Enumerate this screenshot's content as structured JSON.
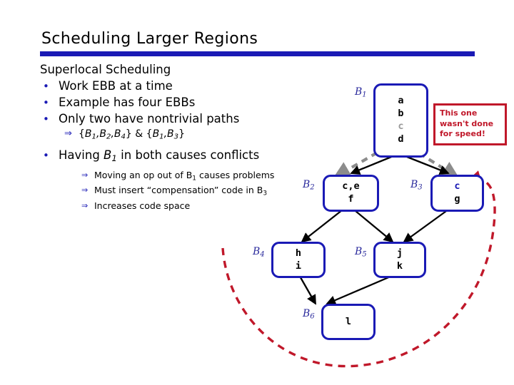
{
  "slide": {
    "title": "Scheduling Larger Regions",
    "rule_color": "#1a1ab5",
    "lead": "Superlocal Scheduling",
    "bullets": [
      {
        "marker": "•",
        "text": "Work EBB at a time"
      },
      {
        "marker": "•",
        "text": "Example has four EBBs"
      },
      {
        "marker": "•",
        "text": "Only two have nontrivial paths"
      }
    ],
    "sub_after_third": {
      "marker": "⇒",
      "text": "{B1,B2,B4} & {B1,B3}"
    },
    "bullet4": {
      "marker": "•",
      "text": "Having B1 in both causes conflicts"
    },
    "sub_bullets": [
      {
        "marker": "⇒",
        "text": "Moving an op out of B1 causes problems"
      },
      {
        "marker": "⇒",
        "text": "Must insert “compensation” code in B3"
      },
      {
        "marker": "⇒",
        "text": "Increases code space"
      }
    ]
  },
  "callout": {
    "color": "#c0182a",
    "line1": "This one",
    "line2": "wasn't done",
    "line3": "for speed!"
  },
  "diagram": {
    "node_border_color": "#1a1ab5",
    "label_color": "#2a2a9c",
    "moved_op_color": "#9b9b9b",
    "compensation_color": "#1a1ab5",
    "edge_color": "#000000",
    "move_arrow_color": "#8c8c8c",
    "compensation_path_color": "#c0182a",
    "nodes": [
      {
        "id": "B1",
        "label": "B1",
        "ops": [
          "a",
          "b",
          "c",
          "d"
        ],
        "dead_ops": [
          "c"
        ]
      },
      {
        "id": "B2",
        "label": "B2",
        "ops": [
          "c,e",
          "f"
        ],
        "dead_ops": []
      },
      {
        "id": "B3",
        "label": "B3",
        "ops": [
          "c",
          "g"
        ],
        "compensation_ops": [
          "c"
        ]
      },
      {
        "id": "B4",
        "label": "B4",
        "ops": [
          "h",
          "i"
        ],
        "dead_ops": []
      },
      {
        "id": "B5",
        "label": "B5",
        "ops": [
          "j",
          "k"
        ],
        "dead_ops": []
      },
      {
        "id": "B6",
        "label": "B6",
        "ops": [
          "l"
        ],
        "dead_ops": []
      }
    ],
    "edges": [
      {
        "from": "B1",
        "to": "B2"
      },
      {
        "from": "B1",
        "to": "B3"
      },
      {
        "from": "B2",
        "to": "B4"
      },
      {
        "from": "B2",
        "to": "B5"
      },
      {
        "from": "B3",
        "to": "B5"
      },
      {
        "from": "B4",
        "to": "B6"
      },
      {
        "from": "B5",
        "to": "B6"
      }
    ],
    "move_arrows": [
      {
        "from": "B1.c",
        "to": "B2"
      },
      {
        "from": "B1.c",
        "to": "B3"
      }
    ]
  }
}
